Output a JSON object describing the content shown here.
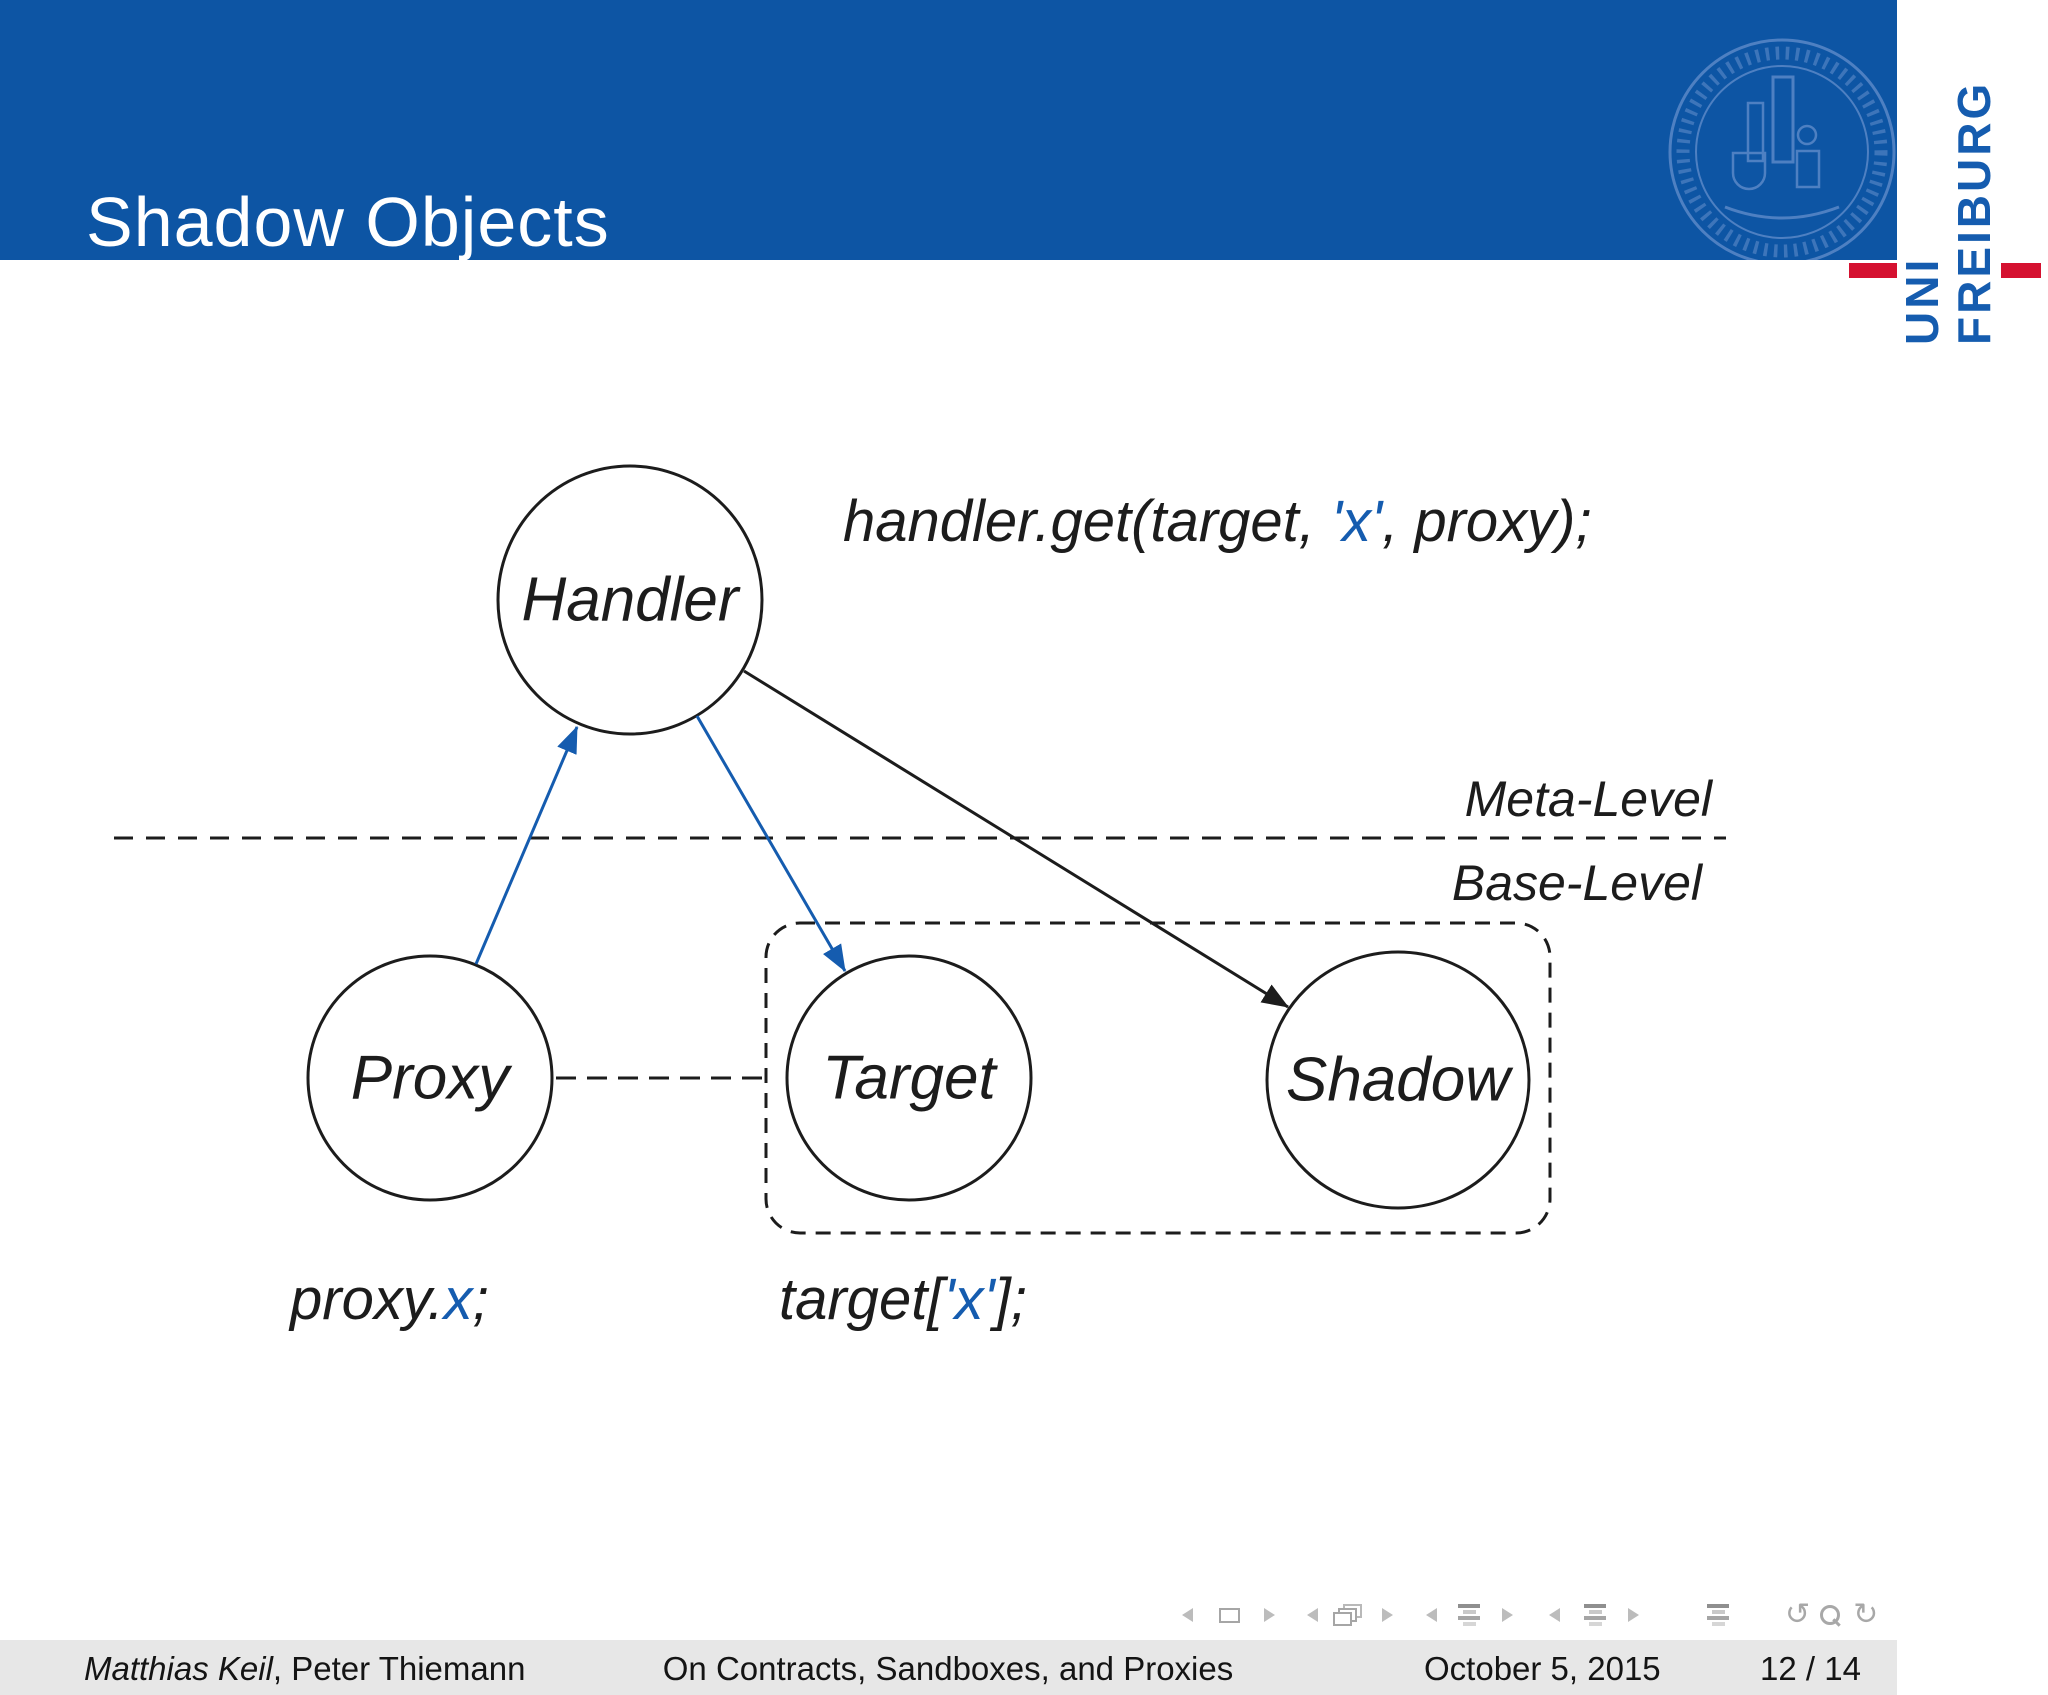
{
  "header": {
    "title": "Shadow Objects"
  },
  "logo": {
    "line1": "UNI",
    "line2": "FREIBURG"
  },
  "diagram": {
    "handler_label": "Handler",
    "proxy_label": "Proxy",
    "target_label": "Target",
    "shadow_label": "Shadow",
    "meta_level": "Meta-Level",
    "base_level": "Base-Level",
    "handler_call": {
      "prefix": "handler.get(target, ",
      "accent": "'x'",
      "suffix": ", proxy);"
    },
    "proxy_call": {
      "prefix": "proxy.",
      "accent": "x",
      "suffix": ";"
    },
    "target_call": {
      "prefix": "target[",
      "accent": "'x'",
      "suffix": "];"
    }
  },
  "footer": {
    "author_emph": "Matthias Keil",
    "author_rest": ", Peter Thiemann",
    "title": "On Contracts, Sandboxes, and Proxies",
    "date": "October 5, 2015",
    "page": "12 / 14"
  },
  "nav": {
    "icons": [
      "prev-slide",
      "slide",
      "next-slide",
      "prev-frame",
      "frames",
      "next-frame",
      "prev-section",
      "section-toc",
      "next-section",
      "prev-subsection",
      "subsection-toc",
      "next-subsection",
      "appendix-toc",
      "undo",
      "search",
      "redo"
    ]
  },
  "colors": {
    "header_blue": "#0d55a4",
    "accent_blue": "#155caf",
    "logo_red": "#d51130",
    "footer_gray": "#e7e7e7",
    "stroke_black": "#1c1c1c"
  }
}
